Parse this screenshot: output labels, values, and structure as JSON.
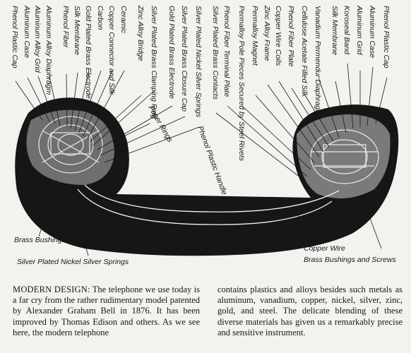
{
  "figure": {
    "top_labels": [
      "Phenol Plastic Cap",
      "Aluminum Case",
      "Aluminum Alloy Grid",
      "Aluminum Alloy Diaphragm",
      "Phenol Fiber",
      "Silk Membrane",
      "Gold Plated Brass Electrode",
      "Carbon",
      "Copper Connector and Silk",
      "Ceramic",
      "Zinc Alloy Bridge",
      "Silver Plated Brass Clamping Ring",
      "Gold Plated Brass Electrode",
      "Silver Plated Brass Closure Cap",
      "Silver Plated Nickel Silver Springs",
      "Silver Plated Brass Contacts",
      "Phenol Fiber Terminal Plate",
      "Permalloy Pole Pieces Secured by Steel Rivets",
      "Permalloy Magnet",
      "Zinc Alloy Frame",
      "Copper Wire Coils",
      "Phenol Fiber Plate",
      "Cellulose Acetate Filled Silk",
      "Vanadium Permendur Diaphragm",
      "Silk Membrane",
      "Koroseal Band",
      "Aluminum Grid",
      "Aluminum Case",
      "Phenol Plastic Cap"
    ],
    "paper_rings": "Paper Rings",
    "handle": "Phenol Plastic Handle",
    "brass_left": "Brass Bushings and Screws",
    "springs_bottom": "Silver Plated Nickel Silver Springs",
    "copper_wire": "Copper Wire",
    "brass_right": "Brass Bushings and Screws"
  },
  "caption": {
    "lead": "MODERN DESIGN:",
    "left": "The telephone we use today is a far cry from the rather rudimentary model patented by Alexander Graham Bell in 1876. It has been improved by Thomas Edison and others. As we see here, the modern telephone",
    "right": "contains plastics and alloys besides such metals as aluminum, vanadium, copper, nickel, silver, zinc, gold, and steel. The delicate blending of these diverse materials has given us a remarkably precise and sensitive instrument."
  }
}
